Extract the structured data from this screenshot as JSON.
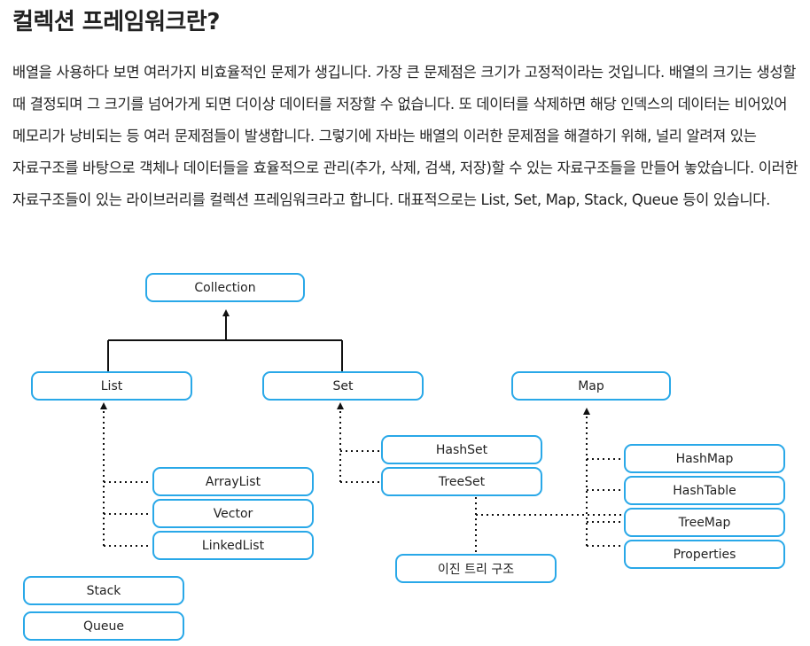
{
  "heading": "컬렉션 프레임워크란?",
  "paragraph": "배열을 사용하다 보면 여러가지 비효율적인 문제가 생깁니다. 가장 큰 문제점은 크기가 고정적이라는 것입니다. 배열의 크기는 생성할 때 결정되며 그 크기를 넘어가게 되면 더이상 데이터를 저장할 수 없습니다. 또 데이터를 삭제하면 해당 인덱스의 데이터는 비어있어 메모리가 낭비되는 등 여러 문제점들이 발생합니다. 그렇기에 자바는 배열의 이러한 문제점을 해결하기 위해, 널리 알려져 있는 자료구조를 바탕으로 객체나 데이터들을 효율적으로 관리(추가, 삭제, 검색, 저장)할 수 있는 자료구조들을 만들어 놓았습니다. 이러한 자료구조들이 있는 라이브러리를 컬렉션 프레임워크라고 합니다. 대표적으로는 List, Set, Map, Stack, Queue 등이 있습니다.",
  "diagram": {
    "accent_color": "#29a8e8",
    "nodes": {
      "collection": "Collection",
      "list": "List",
      "set": "Set",
      "map": "Map",
      "array_list": "ArrayList",
      "vector": "Vector",
      "linked_list": "LinkedList",
      "stack": "Stack",
      "queue": "Queue",
      "hash_set": "HashSet",
      "tree_set": "TreeSet",
      "binary_tree": "이진 트리 구조",
      "hash_map": "HashMap",
      "hash_table": "HashTable",
      "tree_map": "TreeMap",
      "properties": "Properties"
    }
  }
}
